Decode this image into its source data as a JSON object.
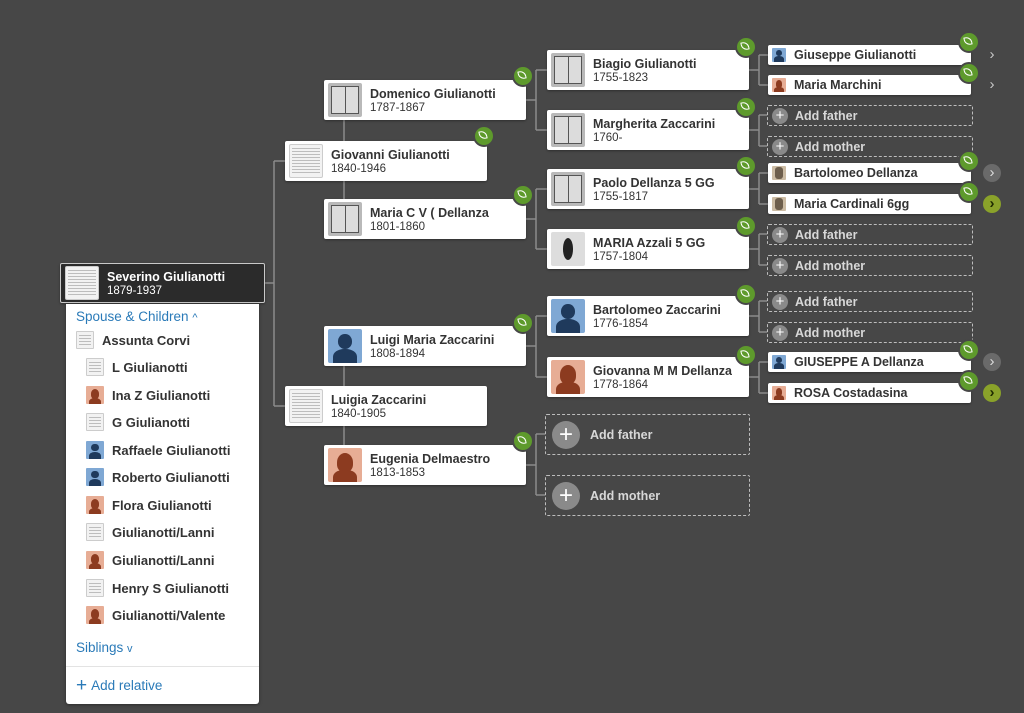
{
  "root": {
    "name": "Severino Giulianotti",
    "dates": "1879-1937"
  },
  "panel": {
    "spouse_heading": "Spouse & Children",
    "spouse_chevron": "^",
    "spouse": "Assunta Corvi",
    "children": [
      "L Giulianotti",
      "Ina Z Giulianotti",
      "G Giulianotti",
      "Raffaele Giulianotti",
      "Roberto Giulianotti",
      "Flora Giulianotti",
      "Giulianotti/Lanni",
      "Giulianotti/Lanni",
      "Henry S Giulianotti",
      "Giulianotti/Valente"
    ],
    "siblings_heading": "Siblings",
    "siblings_chevron": "v",
    "add_relative": "Add relative",
    "add_icon": "+"
  },
  "gen1": {
    "father": {
      "name": "Giovanni Giulianotti",
      "dates": "1840-1946"
    },
    "mother": {
      "name": "Luigia Zaccarini",
      "dates": "1840-1905"
    }
  },
  "gen2": {
    "ff": {
      "name": "Domenico Giulianotti",
      "dates": "1787-1867"
    },
    "fm": {
      "name": "Maria C V ( Dellanza",
      "dates": "1801-1860"
    },
    "mf": {
      "name": "Luigi Maria Zaccarini",
      "dates": "1808-1894"
    },
    "mm": {
      "name": "Eugenia Delmaestro",
      "dates": "1813-1853"
    }
  },
  "gen3": {
    "fff": {
      "name": "Biagio Giulianotti",
      "dates": "1755-1823"
    },
    "ffm": {
      "name": "Margherita Zaccarini",
      "dates": "1760-"
    },
    "fmf": {
      "name": "Paolo Dellanza 5 GG",
      "dates": "1755-1817"
    },
    "fmm": {
      "name": "MARIA Azzali 5 GG",
      "dates": "1757-1804"
    },
    "mff": {
      "name": "Bartolomeo Zaccarini",
      "dates": "1776-1854"
    },
    "mfm": {
      "name": "Giovanna M M Dellanza",
      "dates": "1778-1864"
    }
  },
  "gen4": {
    "ffff": "Giuseppe Giulianotti",
    "fffm": "Maria Marchini",
    "fmff": "Bartolomeo Dellanza",
    "fmfm": "Maria Cardinali 6gg",
    "mfmf": "GIUSEPPE A Dellanza",
    "mfmm": "ROSA Costadasina"
  },
  "placeholders": {
    "add_father": "Add father",
    "add_mother": "Add mother",
    "plus": "+"
  },
  "arrows": {
    "glyph": "›"
  },
  "colors": {
    "background": "#474747",
    "leaf": "#5e9a2c",
    "link": "#2a7ab8",
    "arrow_green": "#8aa22a"
  }
}
